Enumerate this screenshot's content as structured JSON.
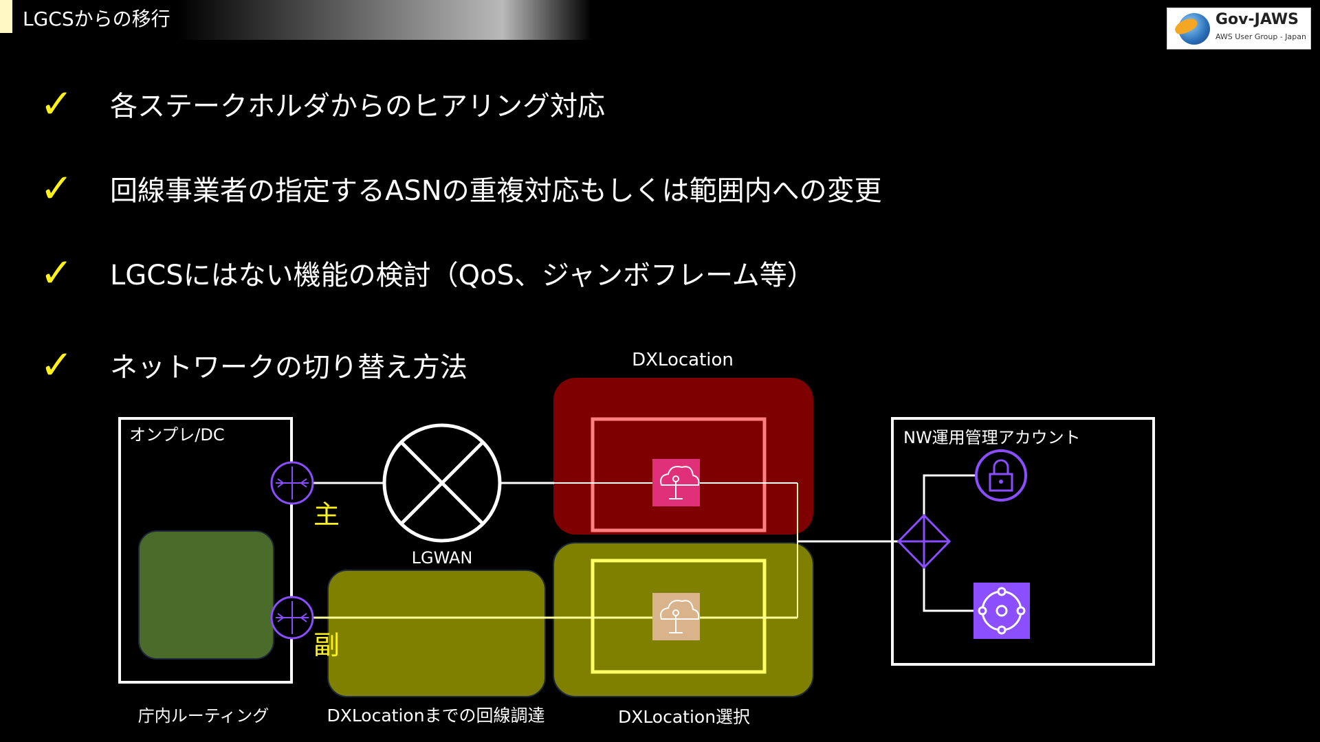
{
  "header": {
    "title": "LGCSからの移行",
    "logo_name": "Gov-JAWS",
    "logo_sub": "AWS User Group - Japan"
  },
  "bullets": [
    {
      "icon": "check-icon",
      "glyph": "✓",
      "text": "各ステークホルダからのヒアリング対応"
    },
    {
      "icon": "check-icon",
      "glyph": "✓",
      "text": "回線事業者の指定するASNの重複対応もしくは範囲内への変更"
    },
    {
      "icon": "check-icon",
      "glyph": "✓",
      "text": "LGCSにはない機能の検討（QoS、ジャンボフレーム等）"
    },
    {
      "icon": "check-icon",
      "glyph": "✓",
      "text": "ネットワークの切り替え方法"
    }
  ],
  "diagram": {
    "onprem_label": "オンプレ/DC",
    "primary_label": "主",
    "secondary_label": "副",
    "lgwan_label": "LGWAN",
    "dxlocation_label": "DXLocation",
    "nw_account_label": "NW運用管理アカウント",
    "caption_routing": "庁内ルーティング",
    "caption_circuit": "DXLocationまでの回線調達",
    "caption_select": "DXLocation選択"
  },
  "colors": {
    "accent_yellow": "#fff21a",
    "router_purple": "#8a4dff",
    "dx_red_zone": "#7f0000",
    "dx_olive_zone": "#808000",
    "routing_green": "#4a6b2a",
    "dx_icon_pink": "#e0307a",
    "dx_icon_tan": "#d9b38c"
  }
}
